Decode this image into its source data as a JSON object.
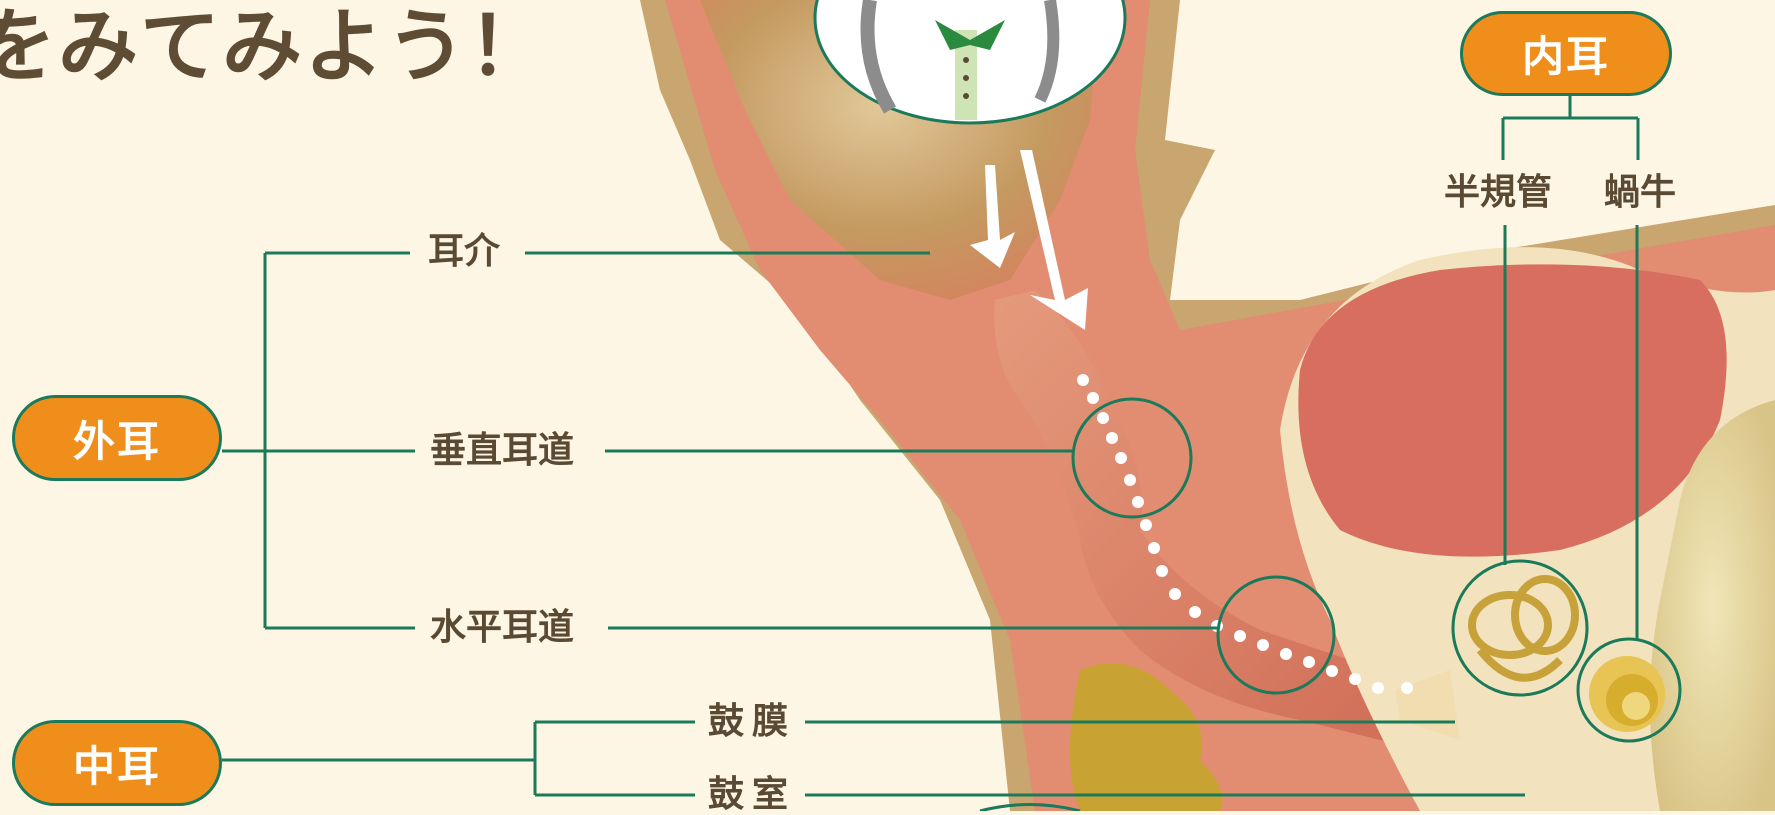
{
  "headline": "をみてみよう！",
  "groups": {
    "outer_ear": "外耳",
    "middle_ear": "中耳",
    "inner_ear": "内耳"
  },
  "parts": {
    "auricle": "耳介",
    "vertical_canal": "垂直耳道",
    "horizontal_canal": "水平耳道",
    "eardrum": "鼓膜",
    "tympanic_cavity": "鼓室",
    "semicircular_canals": "半規管",
    "cochlea": "蝸牛"
  },
  "colors": {
    "background": "#fdf6e4",
    "line": "#1a7a5a",
    "pill": "#f08e1c",
    "text": "#5b4a33",
    "tissue": "#d9735e",
    "fur": "#c9a56f"
  },
  "icons": [
    "girl-illustration",
    "white-arrow-icon",
    "dotted-path"
  ]
}
